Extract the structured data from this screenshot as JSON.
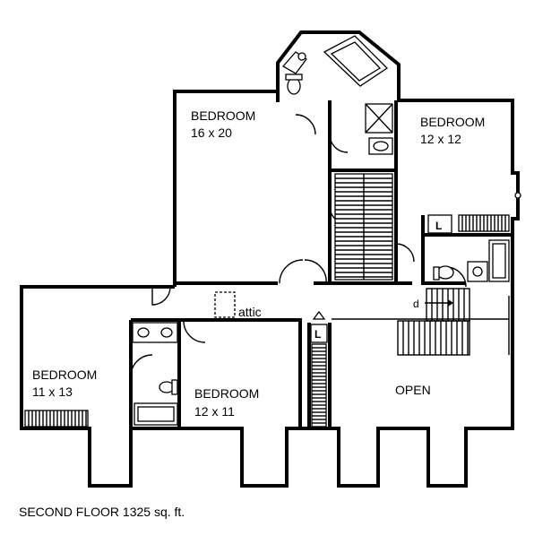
{
  "rooms": {
    "bedroom_master": {
      "name": "BEDROOM",
      "size": "16 x 20"
    },
    "bedroom_ne": {
      "name": "BEDROOM",
      "size": "12 x 12"
    },
    "bedroom_w": {
      "name": "BEDROOM",
      "size": "11 x 13"
    },
    "bedroom_s": {
      "name": "BEDROOM",
      "size": "12 x 11"
    },
    "open": {
      "name": "OPEN"
    }
  },
  "labels": {
    "attic": "attic",
    "down": "d",
    "linen_1": "L",
    "linen_2": "L"
  },
  "caption": "SECOND FLOOR  1325  sq. ft."
}
